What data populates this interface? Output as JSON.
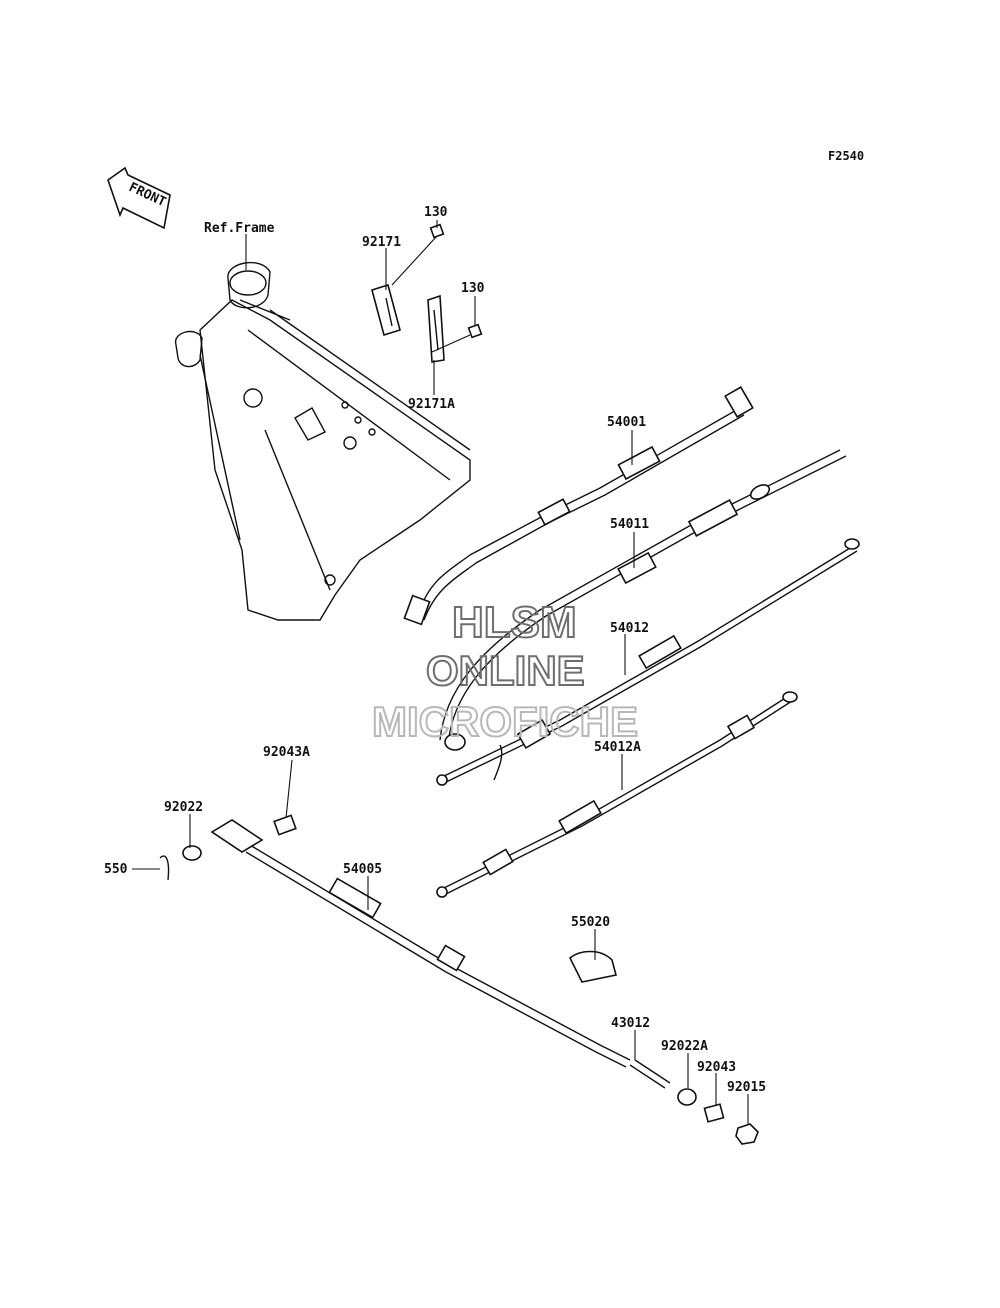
{
  "figure_code": "F2540",
  "front_label": "FRONT",
  "frame_label": "Ref.Frame",
  "parts": {
    "p130a": "130",
    "p130b": "130",
    "p92171": "92171",
    "p92171A": "92171A",
    "p54001": "54001",
    "p54011": "54011",
    "p54012": "54012",
    "p54012A": "54012A",
    "p92043A": "92043A",
    "p92022": "92022",
    "p550": "550",
    "p54005": "54005",
    "p55020": "55020",
    "p43012": "43012",
    "p92022A": "92022A",
    "p92043": "92043",
    "p92015": "92015"
  },
  "watermark": {
    "line1": "HLSM",
    "line2": "ONLINE",
    "line3": "MICROFICHE"
  }
}
